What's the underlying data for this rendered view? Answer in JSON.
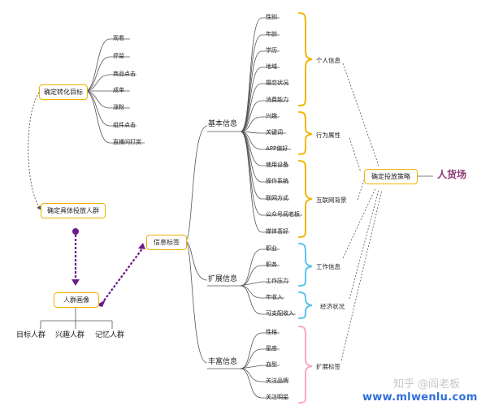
{
  "goal": {
    "label": "确定转化目标",
    "items": [
      "观看",
      "停留",
      "商品点击",
      "成单",
      "涨粉",
      "组件点击",
      "直播间打赏"
    ]
  },
  "audience": {
    "label": "确定具体投放人群"
  },
  "persona": {
    "label": "人群画像",
    "children": [
      "目标人群",
      "兴趣人群",
      "记忆人群"
    ]
  },
  "tags": {
    "label": "信息标签",
    "branches": [
      {
        "label": "基本信息",
        "leaves": [
          "性别",
          "年龄",
          "学历",
          "地域",
          "婚恋状况",
          "消费能力",
          "兴趣",
          "关键词",
          "APP偏好",
          "使用设备",
          "操作系统",
          "联网方式",
          "公众号阅老板",
          "媒体喜好"
        ]
      },
      {
        "label": "扩展信息",
        "leaves": [
          "职业",
          "职务",
          "工作压力",
          "年收入",
          "可支配收入"
        ]
      },
      {
        "label": "丰富信息",
        "leaves": [
          "性格",
          "星座",
          "血型",
          "关注品牌",
          "关注明星"
        ]
      }
    ]
  },
  "groups": [
    "个人信息",
    "行为属性",
    "互联网背景",
    "工作信息",
    "经济状况",
    "扩展标签"
  ],
  "strategy": {
    "label": "确定投放策略"
  },
  "result": {
    "label": "人货场"
  },
  "watermark": {
    "zhihu": "知乎 @阎老板",
    "site": "www.mlwenlu.com"
  }
}
